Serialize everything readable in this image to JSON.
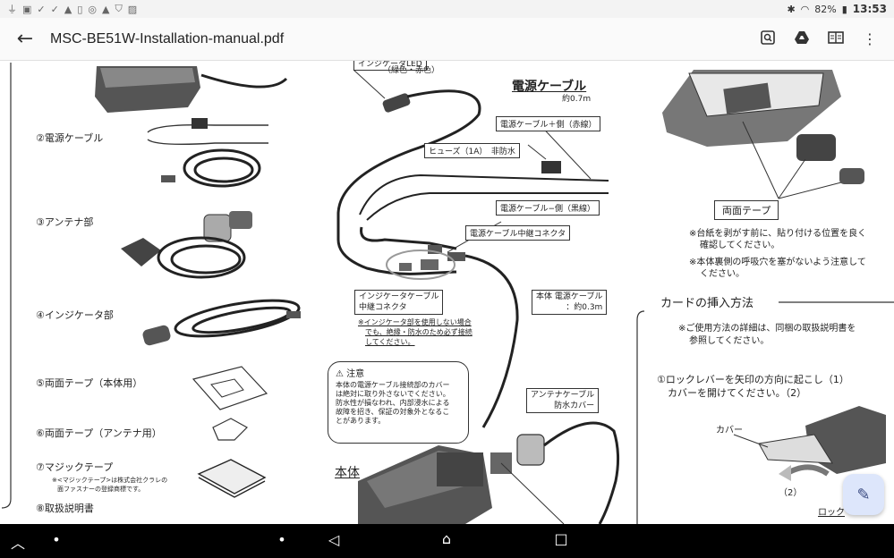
{
  "status": {
    "icons": [
      "usb-icon",
      "image-icon",
      "check-icon",
      "check-icon",
      "warning-icon",
      "file-icon",
      "sync-icon",
      "warning-icon",
      "shield-icon",
      "app-icon"
    ],
    "battery": "82%",
    "time": "13:53"
  },
  "appbar": {
    "title": "MSC-BE51W-Installation-manual.pdf"
  },
  "doc": {
    "items": {
      "power_cable": "②電源ケーブル",
      "antenna": "③アンテナ部",
      "indicator": "④インジケータ部",
      "tape_body": "⑤両面テープ（本体用）",
      "tape_antenna": "⑥両面テープ（アンテナ用）",
      "magic_tape": "⑦マジックテープ",
      "magic_note_1": "※<マジックテープ>は株式会社クラレの",
      "magic_note_2": "面ファスナーの登録商標です。",
      "manual": "⑧取扱説明書"
    },
    "diagram": {
      "led_label": "インジケータLED",
      "led_colors": "（緑色・赤色）",
      "power_cable_title": "電源ケーブル",
      "power_cable_length": "約0.7m",
      "plus_side": "電源ケーブル＋側（赤線）",
      "fuse": "ヒューズ（1A）　非防水",
      "minus_side": "電源ケーブル−側（黒線）",
      "relay_connector": "電源ケーブル中継コネクタ",
      "indicator_relay_1": "インジケータケーブル",
      "indicator_relay_2": "中継コネクタ",
      "indicator_note_1": "※インジケータ部を使用しない場合",
      "indicator_note_2": "でも、絶縁・防水のため必ず接続",
      "indicator_note_3": "してください。",
      "body_cable_1": "本体 電源ケーブル",
      "body_cable_2": "：約0.3m",
      "caution_title": "注意",
      "caution_1": "本体の電源ケーブル接続部のカバー",
      "caution_2": "は絶対に取り外さないでください。",
      "caution_3": "防水性が損なわれ、内部浸水による",
      "caution_4": "故障を招き、保証の対象外となるこ",
      "caution_5": "とがあります。",
      "antenna_cover_1": "アンテナケーブル",
      "antenna_cover_2": "防水カバー",
      "body_label": "本体"
    },
    "right": {
      "tape_label": "両面テープ",
      "note1_1": "※台紙を剥がす前に、貼り付ける位置を良く",
      "note1_2": "確認してください。",
      "note2_1": "※本体裏側の呼吸穴を塞がないよう注意して",
      "note2_2": "ください。",
      "card_heading": "カードの挿入方法",
      "card_note_1": "※ご使用方法の詳細は、同梱の取扱説明書を",
      "card_note_2": "参照してください。",
      "step1_1": "①ロックレバーを矢印の方向に起こし（1）",
      "step1_2": "カバーを開けてください。（2）",
      "cover_label": "カバー",
      "num2": "（2）",
      "num1": "（",
      "lock_label": "ロック"
    }
  },
  "colors": {
    "appbar_bg": "#fafafa",
    "fab_bg": "#dde6fb",
    "navbar_bg": "#000000"
  }
}
